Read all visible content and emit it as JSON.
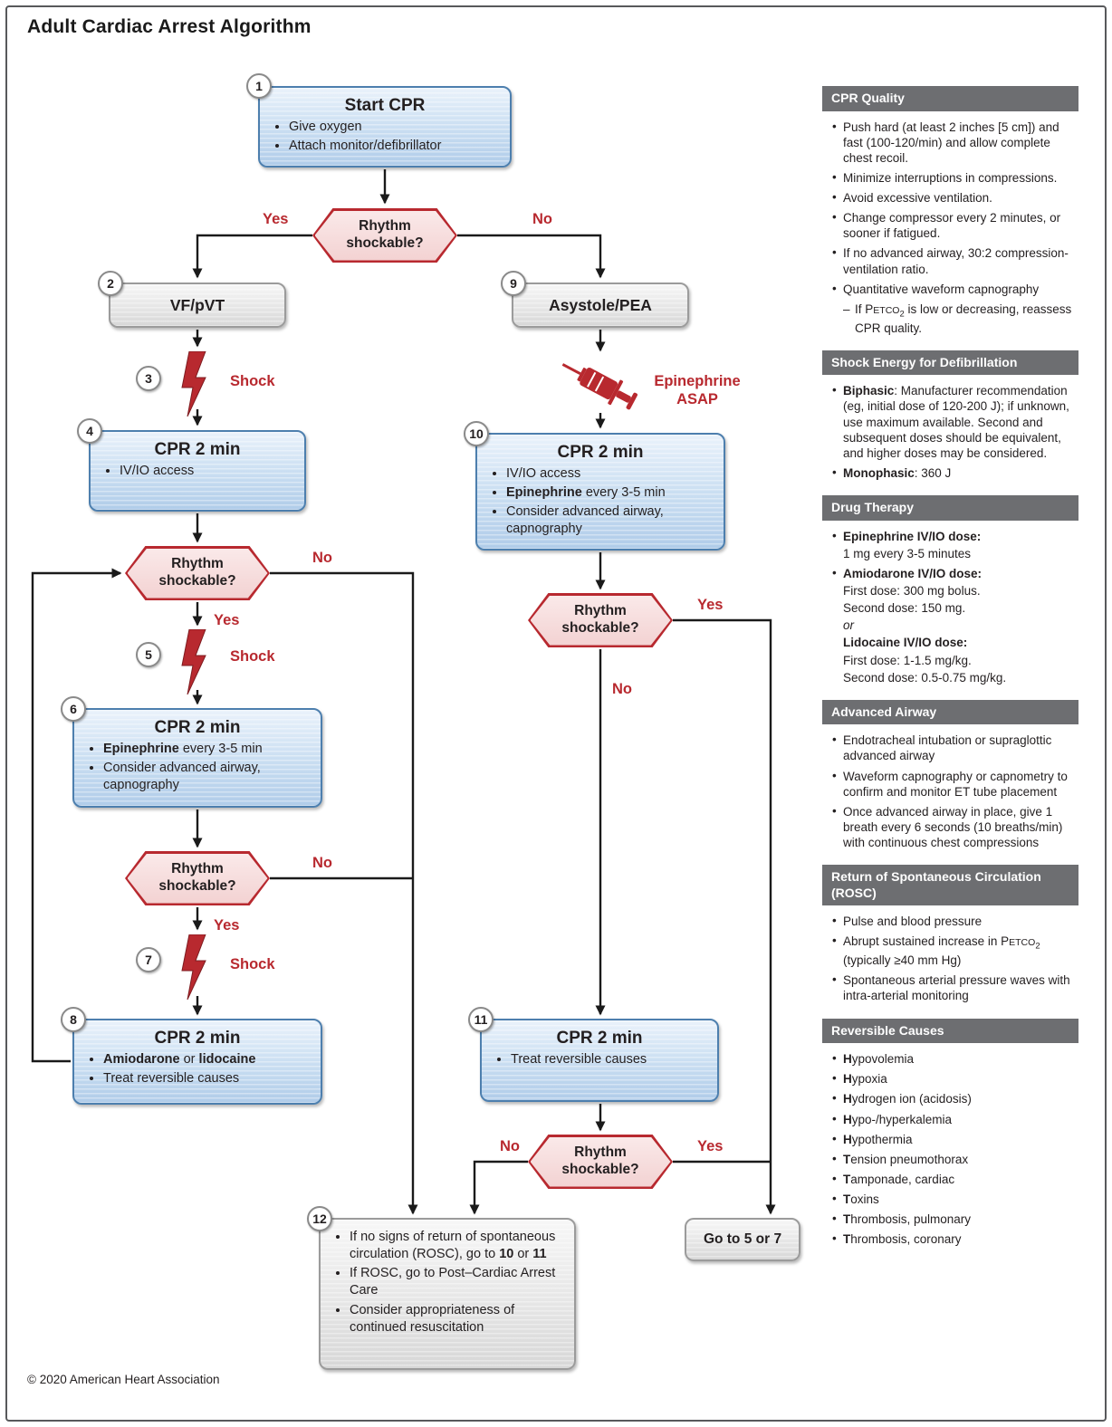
{
  "title": "Adult Cardiac Arrest Algorithm",
  "footer": "© 2020 American Heart Association",
  "flow": {
    "labels": {
      "yes": "Yes",
      "no": "No",
      "shock": "Shock",
      "epi_line1": "Epinephrine",
      "epi_line2": "ASAP"
    },
    "decision": {
      "q": "Rhythm shockable?"
    },
    "start": {
      "num": "1",
      "title": "Start CPR",
      "bullets": [
        "Give oxygen",
        "Attach monitor/defibrillator"
      ]
    },
    "vf": {
      "num": "2",
      "label": "VF/pVT"
    },
    "asystole": {
      "num": "9",
      "label": "Asystole/PEA"
    },
    "shock3": {
      "num": "3"
    },
    "shock5": {
      "num": "5"
    },
    "shock7": {
      "num": "7"
    },
    "cpr4": {
      "num": "4",
      "title": "CPR 2 min",
      "bullets": [
        "IV/IO access"
      ]
    },
    "cpr6": {
      "num": "6",
      "title": "CPR 2 min",
      "bullets": [
        [
          {
            "t": "Epinephrine",
            "b": true
          },
          {
            "t": " every 3-5 min"
          }
        ],
        "Consider advanced airway, capnography"
      ]
    },
    "cpr8": {
      "num": "8",
      "title": "CPR 2 min",
      "bullets": [
        [
          {
            "t": "Amiodarone",
            "b": true
          },
          {
            "t": " or "
          },
          {
            "t": "lidocaine",
            "b": true
          }
        ],
        "Treat reversible causes"
      ]
    },
    "cpr10": {
      "num": "10",
      "title": "CPR 2 min",
      "bullets": [
        "IV/IO access",
        [
          {
            "t": "Epinephrine",
            "b": true
          },
          {
            "t": " every 3-5 min"
          }
        ],
        "Consider advanced airway, capnography"
      ]
    },
    "cpr11": {
      "num": "11",
      "title": "CPR 2 min",
      "bullets": [
        "Treat reversible causes"
      ]
    },
    "outcome": {
      "num": "12",
      "bullets": [
        [
          {
            "t": "If no signs of return of spontaneous circulation (ROSC), go to "
          },
          {
            "t": "10",
            "b": true
          },
          {
            "t": " or "
          },
          {
            "t": "11",
            "b": true
          }
        ],
        "If ROSC, go to Post–Cardiac Arrest Care",
        "Consider appropriateness of continued resuscitation"
      ]
    },
    "goto": {
      "label": "Go to 5 or 7"
    }
  },
  "sidebar": {
    "panels": [
      {
        "title": "CPR Quality",
        "items": [
          "Push hard (at least 2 inches [5 cm]) and fast (100-120/min) and allow complete chest recoil.",
          "Minimize interruptions in compressions.",
          "Avoid excessive ventilation.",
          "Change compressor every 2 minutes, or sooner if fatigued.",
          "If no advanced airway, 30:2 compression-ventilation ratio.",
          "Quantitative waveform capnography",
          [
            {
              "t": "If P"
            },
            {
              "t": "ETCO",
              "sc": true
            },
            {
              "t": "2",
              "sub": true
            },
            {
              "t": " is low or decreasing, reassess CPR quality."
            }
          ]
        ]
      },
      {
        "title": "Shock Energy for Defibrillation",
        "items": [
          [
            {
              "t": "Biphasic",
              "b": true
            },
            {
              "t": ": Manufacturer recommendation (eg, initial dose of 120-200 J); if unknown, use maximum available. Second and subsequent doses should be equivalent, and higher doses may be considered."
            }
          ],
          [
            {
              "t": "Monophasic",
              "b": true
            },
            {
              "t": ": 360 J"
            }
          ]
        ]
      },
      {
        "title": "Drug Therapy",
        "items": [
          [
            {
              "t": "Epinephrine IV/IO dose:",
              "b": true
            }
          ],
          "1 mg every 3-5 minutes",
          [
            {
              "t": "Amiodarone IV/IO dose:",
              "b": true
            }
          ],
          "First dose: 300 mg bolus.",
          "Second dose: 150 mg.",
          [
            {
              "t": "or",
              "i": true
            }
          ],
          [
            {
              "t": "Lidocaine IV/IO dose:",
              "b": true
            }
          ],
          "First dose: 1-1.5 mg/kg.",
          "Second dose: 0.5-0.75 mg/kg."
        ]
      },
      {
        "title": "Advanced Airway",
        "items": [
          "Endotracheal intubation or supraglottic advanced airway",
          "Waveform capnography or capnometry to confirm and monitor ET tube placement",
          "Once advanced airway in place, give 1 breath every 6 seconds (10 breaths/min) with continuous chest compressions"
        ]
      },
      {
        "title": "Return of Spontaneous Circulation (ROSC)",
        "items": [
          "Pulse and blood pressure",
          [
            {
              "t": "Abrupt sustained increase in P"
            },
            {
              "t": "ETCO",
              "sc": true
            },
            {
              "t": "2",
              "sub": true
            },
            {
              "t": " (typically ≥40 mm Hg)"
            }
          ],
          "Spontaneous arterial pressure waves with intra-arterial monitoring"
        ]
      },
      {
        "title": "Reversible Causes",
        "items": [
          [
            {
              "t": "H",
              "b": true
            },
            {
              "t": "ypovolemia"
            }
          ],
          [
            {
              "t": "H",
              "b": true
            },
            {
              "t": "ypoxia"
            }
          ],
          [
            {
              "t": "H",
              "b": true
            },
            {
              "t": "ydrogen ion (acidosis)"
            }
          ],
          [
            {
              "t": "H",
              "b": true
            },
            {
              "t": "ypo-/hyperkalemia"
            }
          ],
          [
            {
              "t": "H",
              "b": true
            },
            {
              "t": "ypothermia"
            }
          ],
          [
            {
              "t": "T",
              "b": true
            },
            {
              "t": "ension pneumothorax"
            }
          ],
          [
            {
              "t": "T",
              "b": true
            },
            {
              "t": "amponade, cardiac"
            }
          ],
          [
            {
              "t": "T",
              "b": true
            },
            {
              "t": "oxins"
            }
          ],
          [
            {
              "t": "T",
              "b": true
            },
            {
              "t": "hrombosis, pulmonary"
            }
          ],
          [
            {
              "t": "T",
              "b": true
            },
            {
              "t": "hrombosis, coronary"
            }
          ]
        ]
      }
    ]
  }
}
